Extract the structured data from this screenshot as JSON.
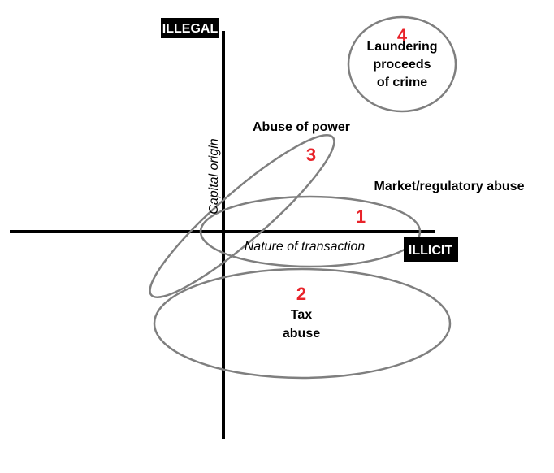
{
  "axes": {
    "y_end_label": "ILLEGAL",
    "x_end_label": "ILLICIT",
    "y_axis_title": "Capital origin",
    "x_axis_title": "Nature of transaction"
  },
  "regions": [
    {
      "number": "1",
      "label": "Market/regulatory abuse"
    },
    {
      "number": "2",
      "label_lines": [
        "Tax",
        "abuse"
      ]
    },
    {
      "number": "3",
      "label": "Abuse of power"
    },
    {
      "number": "4",
      "label_lines": [
        "Laundering",
        "proceeds",
        "of crime"
      ]
    }
  ],
  "colors": {
    "number": "#e8232a",
    "ellipse": "#7f7f7f",
    "axis": "#000000"
  }
}
